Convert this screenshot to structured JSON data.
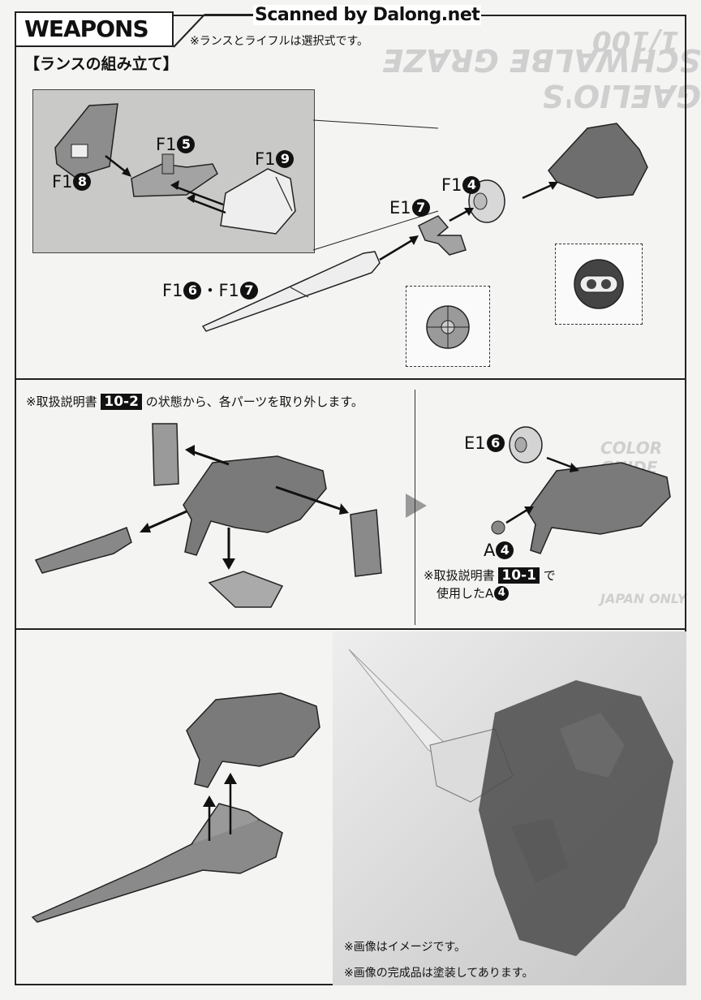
{
  "header": {
    "title": "WEAPONS",
    "watermark": "Scanned by Dalong.net",
    "note": "※ランスとライフルは選択式です。"
  },
  "section_lance": {
    "title": "【ランスの組み立て】",
    "inset_labels": {
      "a": "F1",
      "a_num": "5",
      "b": "F1",
      "b_num": "9",
      "c": "F1",
      "c_num": "8"
    },
    "labels": {
      "f14": "F1",
      "f14_num": "4",
      "e17": "E1",
      "e17_num": "7",
      "f16_17": "F1",
      "f16_num": "6",
      "dot": "・",
      "f17": "F1",
      "f17_num": "7"
    }
  },
  "section_rifle": {
    "instruction_prefix": "※取扱説明書",
    "instruction_badge": "10-2",
    "instruction_suffix": "の状態から、各パーツを取り外します。",
    "e16": "E1",
    "e16_num": "6",
    "a4": "A",
    "a4_num": "4",
    "note_line1_prefix": "※取扱説明書",
    "note_badge": "10-1",
    "note_line1_suffix": "で",
    "note_line2": "使用したA",
    "note_line2_num": "4"
  },
  "section_photo": {
    "note1": "※画像はイメージです。",
    "note2": "※画像の完成品は塗装してあります。"
  },
  "ghost": {
    "t1": "GAELIO'S SCHWALBE GRAZE",
    "t2": "COLOR GUIDE",
    "t3": "JAPAN ONLY",
    "t4": "1/100"
  },
  "colors": {
    "ink": "#111111",
    "panel_gray": "#c9c9c7",
    "part_gray": "#8d8d8d"
  }
}
